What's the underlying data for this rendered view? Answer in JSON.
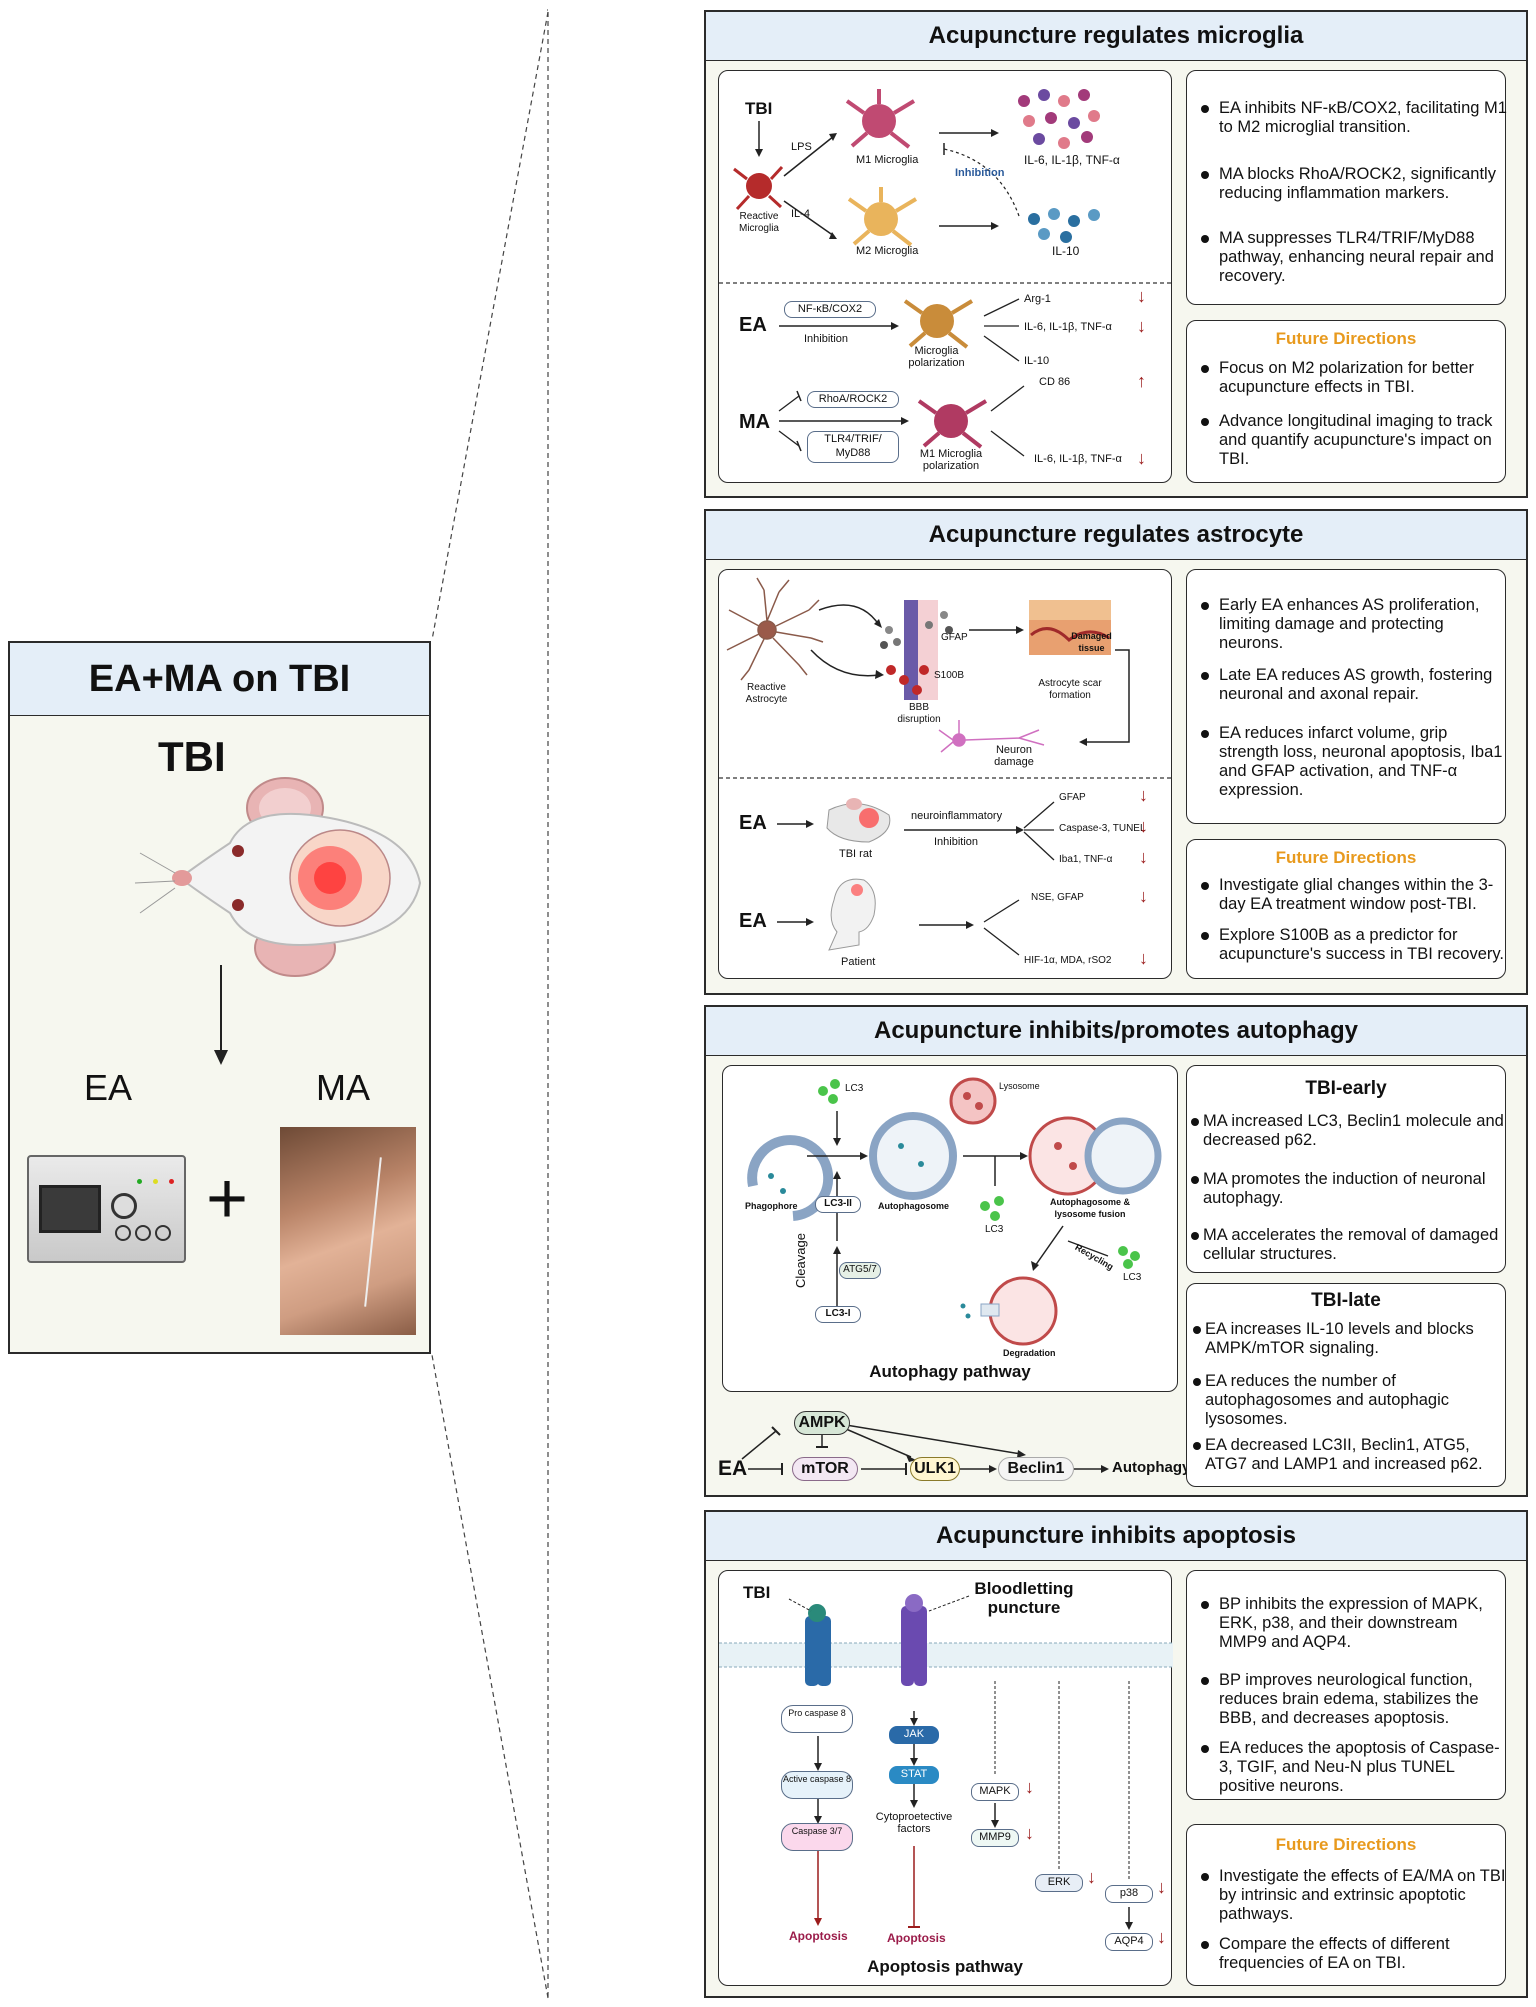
{
  "left": {
    "title": "EA+MA on TBI",
    "tbi": "TBI",
    "ea": "EA",
    "ma": "MA",
    "plus": "+"
  },
  "microglia": {
    "title": "Acupuncture regulates microglia",
    "diagram": {
      "tbi": "TBI",
      "lps": "LPS",
      "il4": "IL-4",
      "reactive": "Reactive Microglia",
      "m1": "M1 Microglia",
      "m2": "M2 Microglia",
      "cyto1": "IL-6, IL-1β, TNF-α",
      "inhibition": "Inhibition",
      "il10": "IL-10",
      "ea": "EA",
      "ea_path": "NF-κB/COX2",
      "ea_inhib": "Inhibition",
      "ea_pol": "Microglia polarization",
      "ea_out1": "Arg-1",
      "ea_out2": "IL-6, IL-1β, TNF-α",
      "ea_out3": "IL-10",
      "ma": "MA",
      "ma_path1": "RhoA/ROCK2",
      "ma_path2": "TLR4/TRIF/ MyD88",
      "ma_pol": "M1 Microglia polarization",
      "ma_out1": "CD 86",
      "ma_out2": "IL-6, IL-1β, TNF-α"
    },
    "bullets": [
      "EA inhibits NF-κB/COX2, facilitating M1 to M2 microglial transition.",
      "MA blocks RhoA/ROCK2, significantly reducing inflammation markers.",
      "MA suppresses TLR4/TRIF/MyD88 pathway, enhancing neural repair and recovery."
    ],
    "future_title": "Future Directions",
    "future": [
      "Focus on M2 polarization for better acupuncture effects in TBI.",
      "Advance longitudinal imaging to track and quantify acupuncture's impact on TBI."
    ]
  },
  "astrocyte": {
    "title": "Acupuncture regulates astrocyte",
    "diagram": {
      "reactive": "Reactive Astrocyte",
      "bbb": "BBB disruption",
      "gfap": "GFAP",
      "s100b": "S100B",
      "damaged": "Damaged tissue",
      "scar": "Astrocyte scar formation",
      "neuron": "Neuron damage",
      "ea1": "EA",
      "rat": "TBI rat",
      "neuroinfl": "neuroinflammatory",
      "inhib": "Inhibition",
      "o1": "GFAP",
      "o2": "Caspase-3, TUNEL",
      "o3": "Iba1, TNF-α",
      "ea2": "EA",
      "patient": "Patient",
      "p1": "NSE, GFAP",
      "p2": "HIF-1α, MDA, rSO2"
    },
    "bullets": [
      "Early EA enhances AS proliferation, limiting damage and protecting neurons.",
      "Late EA reduces AS growth, fostering neuronal and axonal repair.",
      "EA reduces infarct volume, grip strength loss, neuronal apoptosis, Iba1 and GFAP activation, and TNF-α expression."
    ],
    "future_title": "Future Directions",
    "future": [
      "Investigate glial changes within the 3-day EA treatment window post-TBI.",
      "Explore S100B as a predictor for acupuncture's success in TBI recovery."
    ]
  },
  "autophagy": {
    "title": "Acupuncture inhibits/promotes autophagy",
    "diagram": {
      "lc3_top": "LC3",
      "phagophore": "Phagophore",
      "lc3ii": "LC3-II",
      "autophagosome": "Autophagosome",
      "lysosome": "Lysosome",
      "lc3_mid": "LC3",
      "fusion": "Autophagosome & lysosome fusion",
      "cleavage": "Cleavage",
      "atg": "ATG5/7",
      "lc3i": "LC3-I",
      "recycling": "Recycling",
      "lc3_right": "LC3",
      "degradation": "Degradation",
      "pathway": "Autophagy pathway",
      "ea": "EA",
      "ampk": "AMPK",
      "mtor": "mTOR",
      "ulk1": "ULK1",
      "beclin": "Beclin1",
      "auto": "Autophagy"
    },
    "early_title": "TBI-early",
    "early": [
      "MA increased LC3, Beclin1 molecule and decreased p62.",
      "MA promotes the induction of neuronal autophagy.",
      "MA accelerates the removal of damaged cellular structures."
    ],
    "late_title": "TBI-late",
    "late": [
      "EA increases IL-10 levels and blocks AMPK/mTOR signaling.",
      "EA reduces the number of autophagosomes and autophagic lysosomes.",
      "EA decreased LC3II, Beclin1, ATG5, ATG7 and LAMP1 and increased p62."
    ]
  },
  "apoptosis": {
    "title": "Acupuncture inhibits apoptosis",
    "diagram": {
      "tbi": "TBI",
      "bp": "Bloodletting puncture",
      "pro": "Pro caspase 8",
      "active": "Active caspase 8",
      "casp37": "Caspase 3/7",
      "apop1": "Apoptosis",
      "jak": "JAK",
      "stat": "STAT",
      "cyto": "Cytoproetective factors",
      "apop2": "Apoptosis",
      "mapk": "MAPK",
      "mmp9": "MMP9",
      "erk": "ERK",
      "p38": "p38",
      "aqp4": "AQP4",
      "pathway": "Apoptosis pathway"
    },
    "bullets": [
      "BP inhibits the expression of MAPK, ERK, p38, and their downstream MMP9 and AQP4.",
      "BP improves neurological function, reduces brain edema, stabilizes the BBB, and decreases apoptosis.",
      "EA reduces the apoptosis of Caspase-3, TGIF, and Neu-N plus TUNEL positive neurons."
    ],
    "future_title": "Future Directions",
    "future": [
      "Investigate the effects of EA/MA on TBI by intrinsic and extrinsic apoptotic pathways.",
      "Compare the effects of different frequencies of EA on TBI."
    ]
  },
  "colors": {
    "header": "#e4eef8",
    "panel": "#f6f7ef",
    "future": "#e89a1e",
    "down": "#9b1c1c"
  }
}
